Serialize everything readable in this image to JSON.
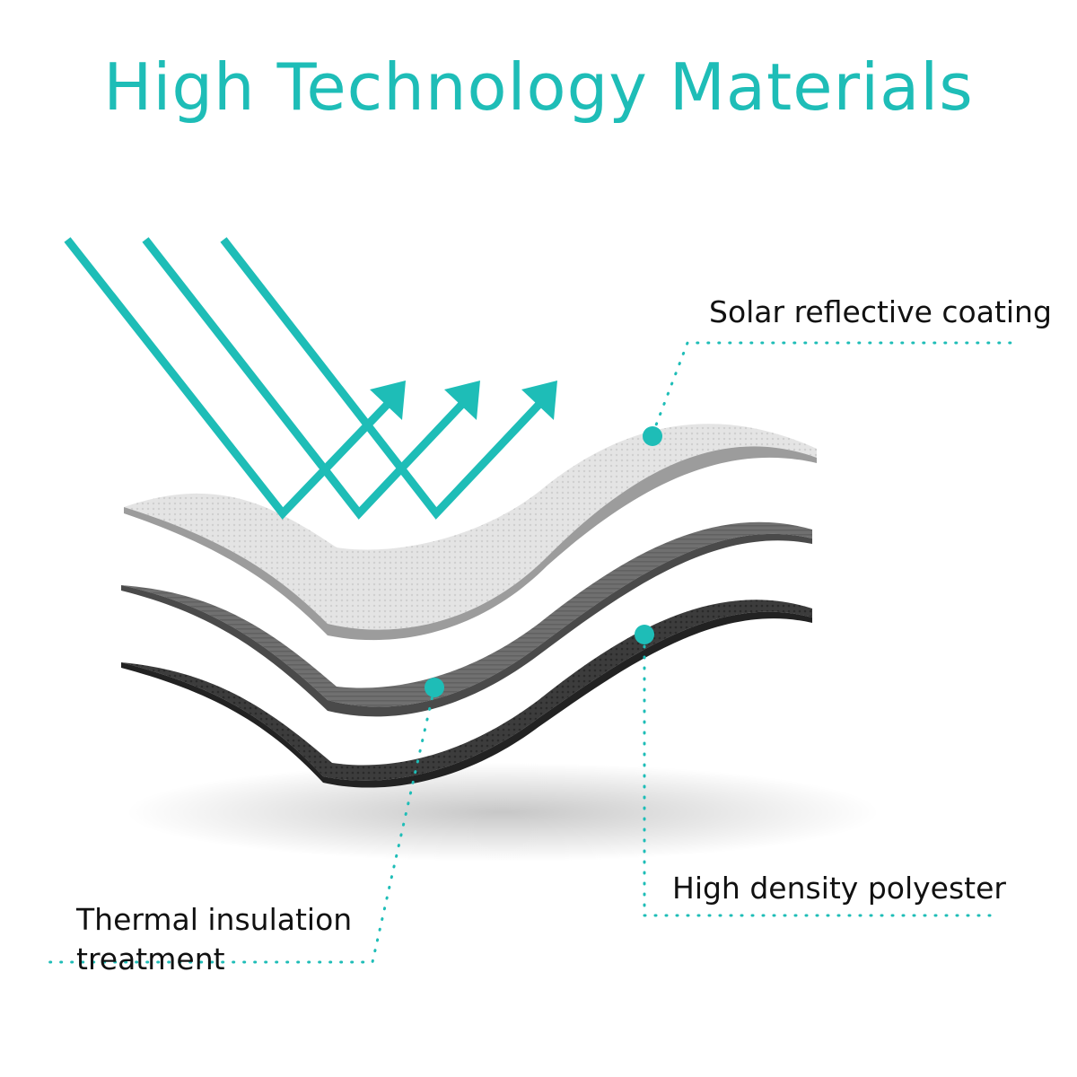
{
  "title": "High Technology Materials",
  "labels": {
    "solar": "Solar reflective coating",
    "polyester": "High density polyester",
    "thermal_line1": "Thermal insulation",
    "thermal_line2": "treatment"
  },
  "colors": {
    "accent": "#1ebdb7",
    "text": "#111111",
    "layer_top": "#dcdcdc",
    "layer_middle": "#6f6f6f",
    "layer_bottom": "#3a3a3a"
  }
}
